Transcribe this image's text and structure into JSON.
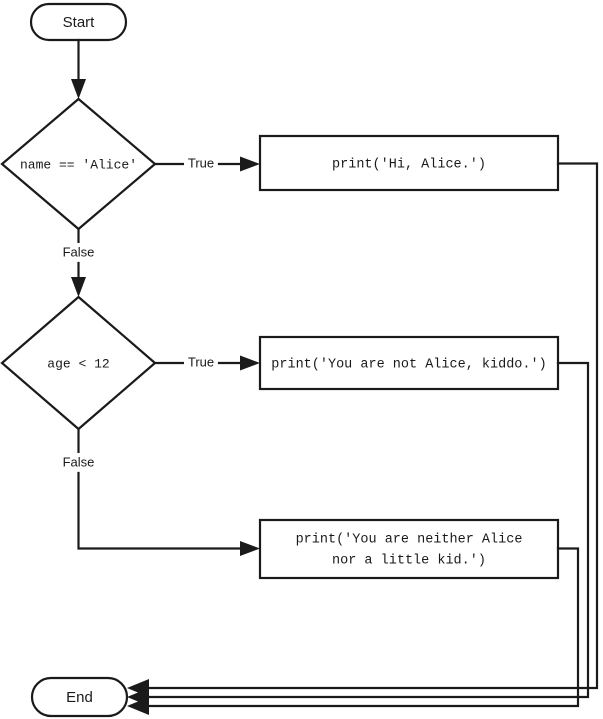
{
  "diagram": {
    "type": "flowchart",
    "title": "",
    "nodes": [
      {
        "id": "start",
        "shape": "terminal",
        "label": "Start"
      },
      {
        "id": "cond1",
        "shape": "decision",
        "label": "name == 'Alice'"
      },
      {
        "id": "print1",
        "shape": "process",
        "label": "print('Hi, Alice.')"
      },
      {
        "id": "cond2",
        "shape": "decision",
        "label": "age < 12"
      },
      {
        "id": "print2",
        "shape": "process",
        "label": "print('You are not Alice, kiddo.')"
      },
      {
        "id": "print3",
        "shape": "process",
        "label_line1": "print('You are neither Alice",
        "label_line2": "nor a little kid.')"
      },
      {
        "id": "end",
        "shape": "terminal",
        "label": "End"
      }
    ],
    "edge_labels": {
      "cond1_true": "True",
      "cond1_false": "False",
      "cond2_true": "True",
      "cond2_false": "False"
    },
    "colors": {
      "stroke": "#1a1a1a",
      "fill": "#ffffff",
      "background": "#ffffff"
    }
  }
}
